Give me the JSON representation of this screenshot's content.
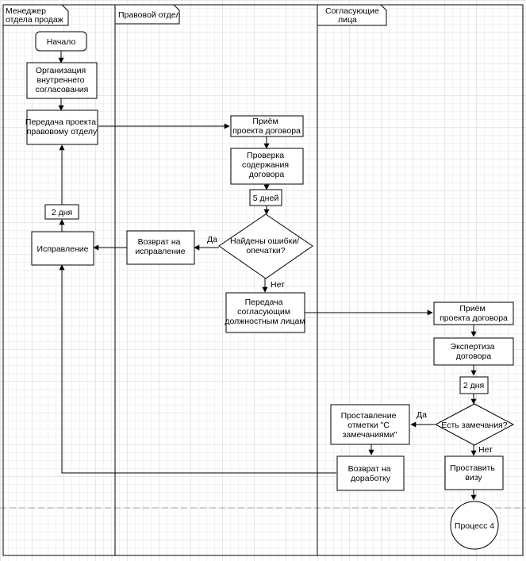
{
  "lanes": [
    {
      "id": "manager",
      "title_lines": [
        "Менеджер",
        "отдела продаж"
      ]
    },
    {
      "id": "legal",
      "title_lines": [
        "Правовой отдел"
      ]
    },
    {
      "id": "approvers",
      "title_lines": [
        "Согласующие",
        "лица"
      ]
    }
  ],
  "nodes": {
    "start": {
      "lines": [
        "Начало"
      ]
    },
    "organize": {
      "lines": [
        "Организация",
        "внутреннего",
        "согласования"
      ]
    },
    "transfer_legal": {
      "lines": [
        "Передача проекта",
        "правовому отделу"
      ]
    },
    "fix": {
      "lines": [
        "Исправление"
      ]
    },
    "two_days_1": {
      "lines": [
        "2 дня"
      ]
    },
    "receive_legal": {
      "lines": [
        "Приём",
        "проекта договора"
      ]
    },
    "check": {
      "lines": [
        "Проверка",
        "содержания",
        "договора"
      ]
    },
    "five_days": {
      "lines": [
        "5 дней"
      ]
    },
    "errors_decision": {
      "lines": [
        "Найдены ошибки/",
        "опечатки?"
      ]
    },
    "return_fix": {
      "lines": [
        "Возврат на",
        "исправление"
      ]
    },
    "transfer_approvers": {
      "lines": [
        "Передача",
        "согласующим",
        "должностным лицам"
      ]
    },
    "receive_approvers": {
      "lines": [
        "Приём",
        "проекта договора"
      ]
    },
    "expertise": {
      "lines": [
        "Экспертиза",
        "договора"
      ]
    },
    "two_days_2": {
      "lines": [
        "2 дня"
      ]
    },
    "remarks_decision": {
      "lines": [
        "Есть замечания?"
      ]
    },
    "mark_remarks": {
      "lines": [
        "Проставление",
        "отметки \"С",
        "замечаниями\""
      ]
    },
    "return_rework": {
      "lines": [
        "Возврат на",
        "доработку"
      ]
    },
    "visa": {
      "lines": [
        "Проставить",
        "визу"
      ]
    },
    "process4": {
      "lines": [
        "Процесс 4"
      ]
    }
  },
  "edge_labels": {
    "yes_errors": "Да",
    "no_errors": "Нет",
    "yes_remarks": "Да",
    "no_remarks": "Нет"
  },
  "colors": {
    "background": "#ffffff",
    "grid_minor": "#e2e2e2",
    "grid_major": "#cfcfcf",
    "stroke": "#000000"
  }
}
